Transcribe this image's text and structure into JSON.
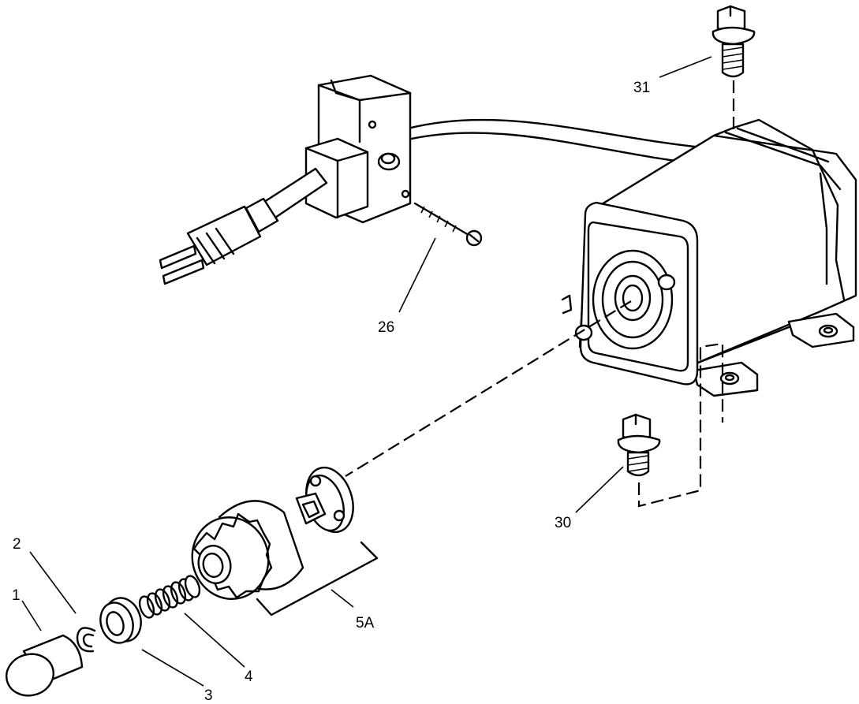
{
  "labels": {
    "p1": "1",
    "p2": "2",
    "p3": "3",
    "p4": "4",
    "p5a": "5A",
    "p26": "26",
    "p30": "30",
    "p31": "31"
  }
}
